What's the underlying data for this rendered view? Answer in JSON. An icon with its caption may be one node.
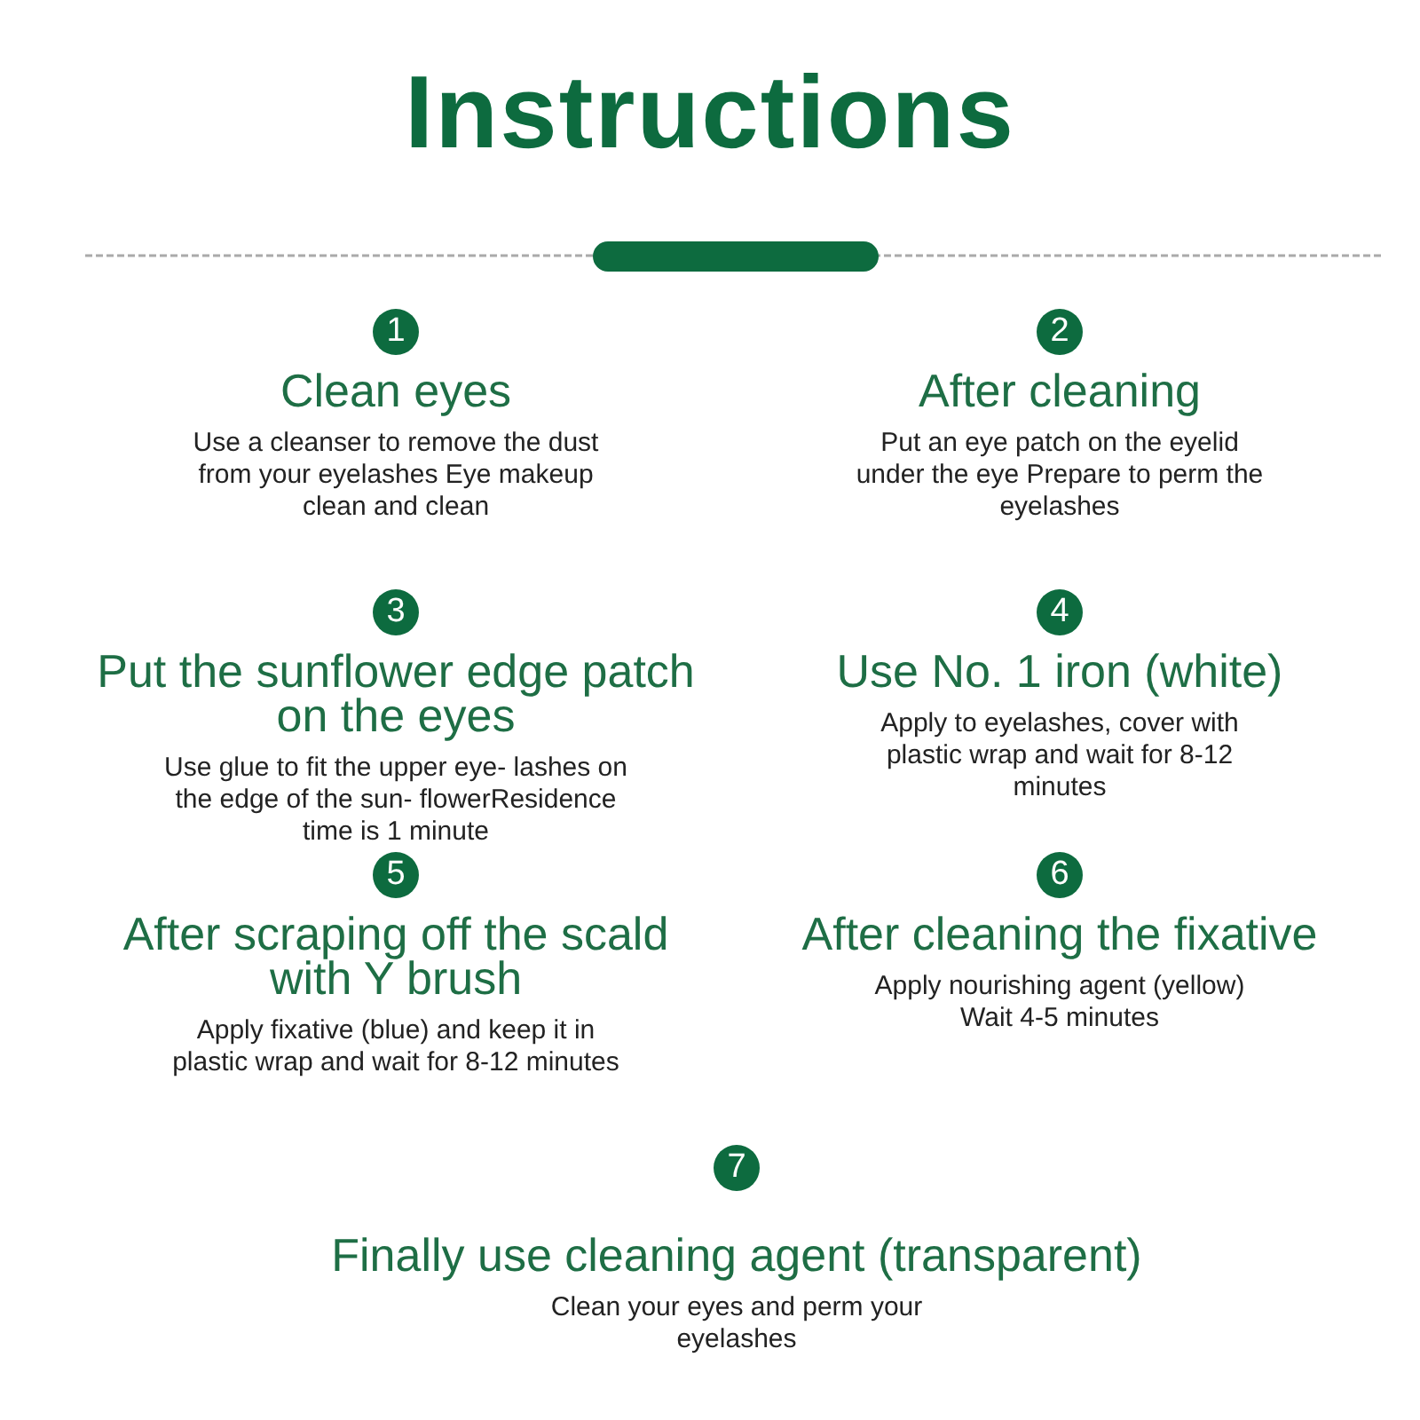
{
  "diagram": {
    "title": "Instructions",
    "nodes": [
      {
        "text": [
          "1",
          "Clean eyes",
          "Use a cleanser to remove the dust from your eyelashes Eye makeup clean and clean"
        ]
      },
      {
        "text": [
          "2",
          "After cleaning",
          "Put an eye patch on the eyelid under the eye Prepare to perm the eyelashes"
        ]
      },
      {
        "text": [
          "3",
          "Put the sunflower edge patch on the eyes",
          "Use glue to fit the upper eye- lashes on the edge of the sun- flowerResidence time is 1 minute"
        ]
      },
      {
        "text": [
          "4",
          "Use No. 1 iron (white)",
          "Apply to eyelashes, cover with plastic wrap and wait for 8-12 minutes"
        ]
      },
      {
        "text": [
          "5",
          "After scraping off the scald with Y brush",
          "Apply fixative (blue) and keep it in plastic wrap and wait for 8-12 minutes"
        ]
      },
      {
        "text": [
          "6",
          "After cleaning the fixative",
          "Apply nourishing agent (yellow) Wait 4-5 minutes"
        ]
      },
      {
        "text": [
          "7",
          "Finally use cleaning agent (transparent)",
          "Clean your eyes and perm your eyelashes"
        ]
      }
    ],
    "edges": []
  }
}
